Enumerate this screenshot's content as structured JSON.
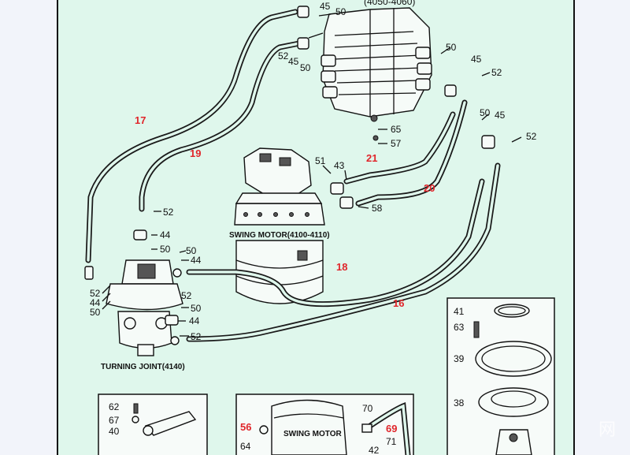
{
  "header": {
    "valve_code": "(4050-4060)"
  },
  "callouts": {
    "top_45": "45",
    "top_50": "50",
    "top_52a": "52",
    "top_45b": "45",
    "top_50b": "50",
    "right_50": "50",
    "right_45": "45",
    "right_52": "52",
    "mid_50": "50",
    "mid_45": "45",
    "mid_52": "52",
    "c65": "65",
    "c57": "57",
    "motor_51": "51",
    "motor_43": "43",
    "motor_58": "58",
    "left_52": "52",
    "left_44": "44",
    "left_50": "50",
    "tj_50": "50",
    "tj_44": "44",
    "tj_52": "52",
    "tj2_50": "50",
    "tj2_44": "44",
    "tj2_52": "52",
    "bl_52": "52",
    "bl_44": "44",
    "bl_50": "50"
  },
  "hoses": {
    "h17": "17",
    "h19": "19",
    "h21": "21",
    "h20": "20",
    "h18": "18",
    "h16": "16"
  },
  "captions": {
    "swing_motor": "SWING MOTOR(4100-4110)",
    "turning_joint": "TURNING JOINT(4140)"
  },
  "inset_left": {
    "c62": "62",
    "c67": "67",
    "c40": "40"
  },
  "inset_middle": {
    "caption": "SWING MOTOR",
    "c56": "56",
    "c64": "64",
    "c70": "70",
    "c71": "71",
    "c42": "42",
    "c69": "69"
  },
  "inset_right": {
    "c41": "41",
    "c63": "63",
    "c39": "39",
    "c38": "38"
  },
  "watermark": "网"
}
